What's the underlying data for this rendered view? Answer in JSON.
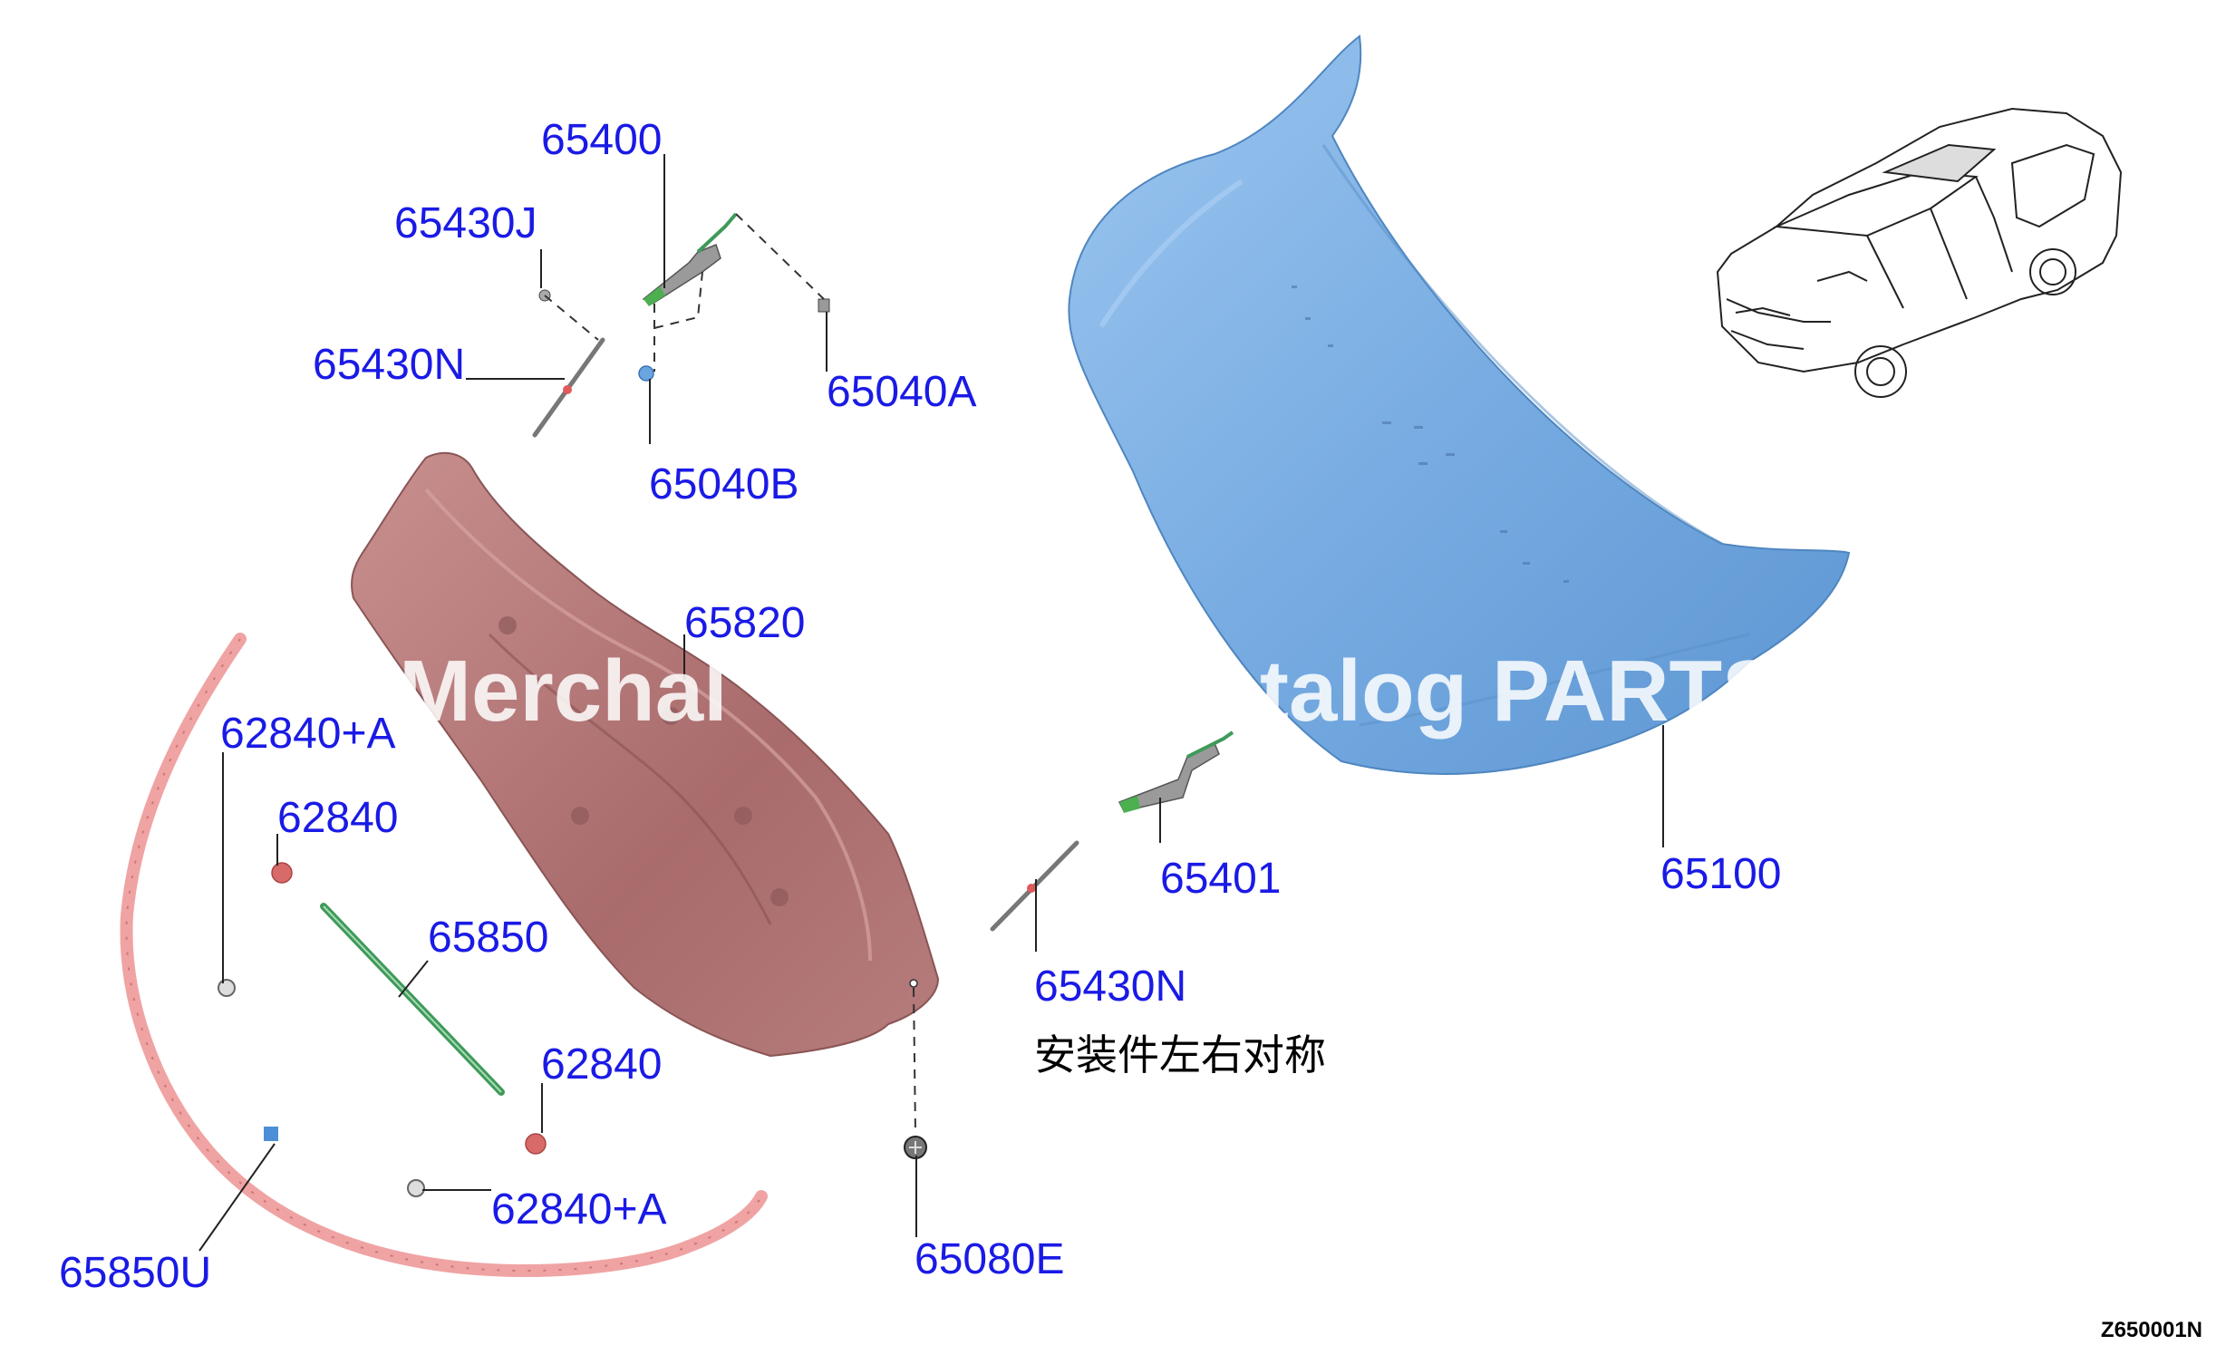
{
  "diagram": {
    "callouts": {
      "p65400": "65400",
      "p65430J": "65430J",
      "p65430N_top": "65430N",
      "p65040A": "65040A",
      "p65040B": "65040B",
      "p65820": "65820",
      "p62840A_top": "62840+A",
      "p62840_top": "62840",
      "p65850": "65850",
      "p62840_bottom": "62840",
      "p62840A_bottom": "62840+A",
      "p65850U": "65850U",
      "p65401": "65401",
      "p65430N_bottom": "65430N",
      "p65080E": "65080E",
      "p65100": "65100"
    },
    "note": "安装件左右对称",
    "figure_id": "Z650001N",
    "watermark_left": "Merchal",
    "watermark_right": "talog PARTS",
    "colors": {
      "callout": "#1a1ae6",
      "hood": "#7fb2e5",
      "insulator": "#b87878",
      "seal": "#f2a6a6",
      "strip": "#3f9a5a"
    }
  }
}
